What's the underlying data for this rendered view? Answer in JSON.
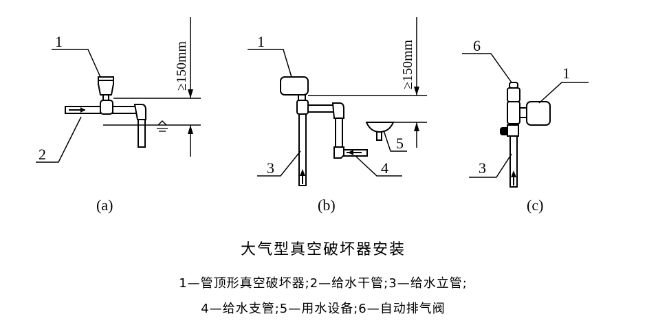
{
  "figure": {
    "panel_a": {
      "label": "(a)",
      "callouts": [
        "1",
        "2"
      ],
      "dimension": "≥150mm"
    },
    "panel_b": {
      "label": "(b)",
      "callouts": [
        "1",
        "3",
        "4",
        "5"
      ],
      "dimension": "≥150mm"
    },
    "panel_c": {
      "label": "(c)",
      "callouts": [
        "6",
        "1",
        "3"
      ]
    },
    "caption": {
      "title": "大气型真空破坏器安装",
      "legend_line1": "1—管顶形真空破坏器;2—给水干管;3—给水立管;",
      "legend_line2": "4—给水支管;5—用水设备;6—自动排气阀"
    }
  }
}
